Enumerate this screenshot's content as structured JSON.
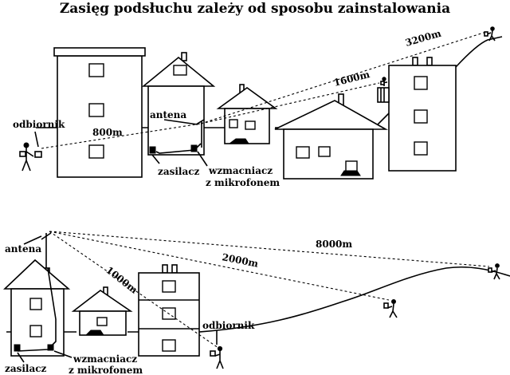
{
  "title": "Zasięg podsłuchu zależy od sposobu zainstalowania",
  "scene_top": {
    "receiver": "odbiornik",
    "antenna": "antena",
    "power_supply": "zasilacz",
    "amplifier_line1": "wzmacniacz",
    "amplifier_line2": "z mikrofonem",
    "range_near": "800m",
    "range_mid": "1600m",
    "range_far": "3200m"
  },
  "scene_bottom": {
    "antenna": "antena",
    "receiver": "odbiornik",
    "power_supply": "zasilacz",
    "amplifier_line1": "wzmacniacz",
    "amplifier_line2": "z mikrofonem",
    "range_near": "1000m",
    "range_mid": "2000m",
    "range_far": "8000m"
  }
}
